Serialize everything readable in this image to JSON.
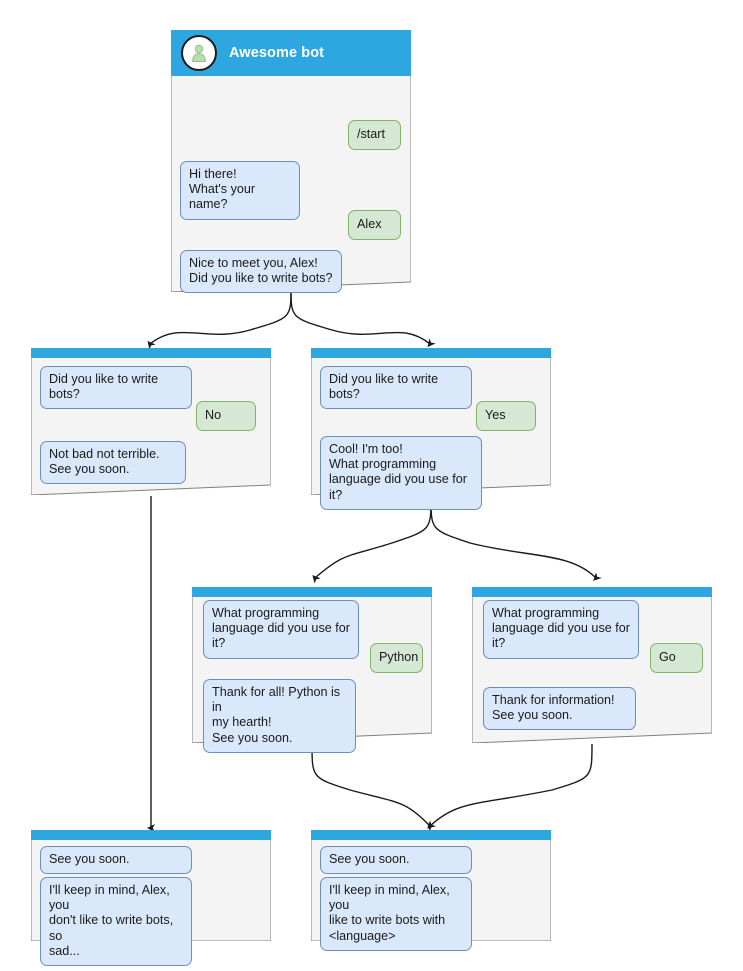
{
  "diagram": {
    "title": "Awesome bot conversation flow",
    "colors": {
      "header_blue": "#2EA7E0",
      "panel_bg": "#F4F4F4",
      "panel_border": "#808080",
      "bot_bubble_fill": "#DAE8FC",
      "bot_bubble_border": "#6C8EBF",
      "user_bubble_fill": "#D5E8D4",
      "user_bubble_border": "#82B366",
      "avatar_ring": "#1A1A1A",
      "avatar_person": "#B9DCB0",
      "edge": "#1A1A1A"
    }
  },
  "nodes": {
    "start": {
      "header_title": "Awesome bot",
      "avatar_icon": "user-avatar-icon",
      "messages": [
        {
          "role": "user",
          "text": "/start"
        },
        {
          "role": "bot",
          "text": "Hi there!\nWhat's your name?"
        },
        {
          "role": "user",
          "text": "Alex"
        },
        {
          "role": "bot",
          "text": "Nice to meet you, Alex!\nDid you like to write bots?"
        }
      ]
    },
    "answer_no": {
      "messages": [
        {
          "role": "bot",
          "text": "Did you like to write bots?"
        },
        {
          "role": "user",
          "text": "No"
        },
        {
          "role": "bot",
          "text": "Not bad not terrible.\nSee you soon."
        }
      ]
    },
    "answer_yes": {
      "messages": [
        {
          "role": "bot",
          "text": "Did you like to write bots?"
        },
        {
          "role": "user",
          "text": "Yes"
        },
        {
          "role": "bot",
          "text": "Cool! I'm too!\nWhat programming\nlanguage did you use for it?"
        }
      ]
    },
    "lang_python": {
      "messages": [
        {
          "role": "bot",
          "text": "What programming\nlanguage did you use for it?"
        },
        {
          "role": "user",
          "text": "Python"
        },
        {
          "role": "bot",
          "text": "Thank for all! Python is in\nmy hearth!\nSee you soon."
        }
      ]
    },
    "lang_go": {
      "messages": [
        {
          "role": "bot",
          "text": "What programming\nlanguage did you use for it?"
        },
        {
          "role": "user",
          "text": "Go"
        },
        {
          "role": "bot",
          "text": "Thank for information!\nSee you soon."
        }
      ]
    },
    "end_sad": {
      "messages": [
        {
          "role": "bot",
          "text": "See you soon."
        },
        {
          "role": "bot",
          "text": "I'll keep in mind, Alex, you\ndon't like to write bots, so\nsad..."
        }
      ]
    },
    "end_happy": {
      "messages": [
        {
          "role": "bot",
          "text": "See you soon."
        },
        {
          "role": "bot",
          "text": "I'll keep in mind, Alex, you\nlike to write bots with\n<language>"
        }
      ]
    }
  }
}
